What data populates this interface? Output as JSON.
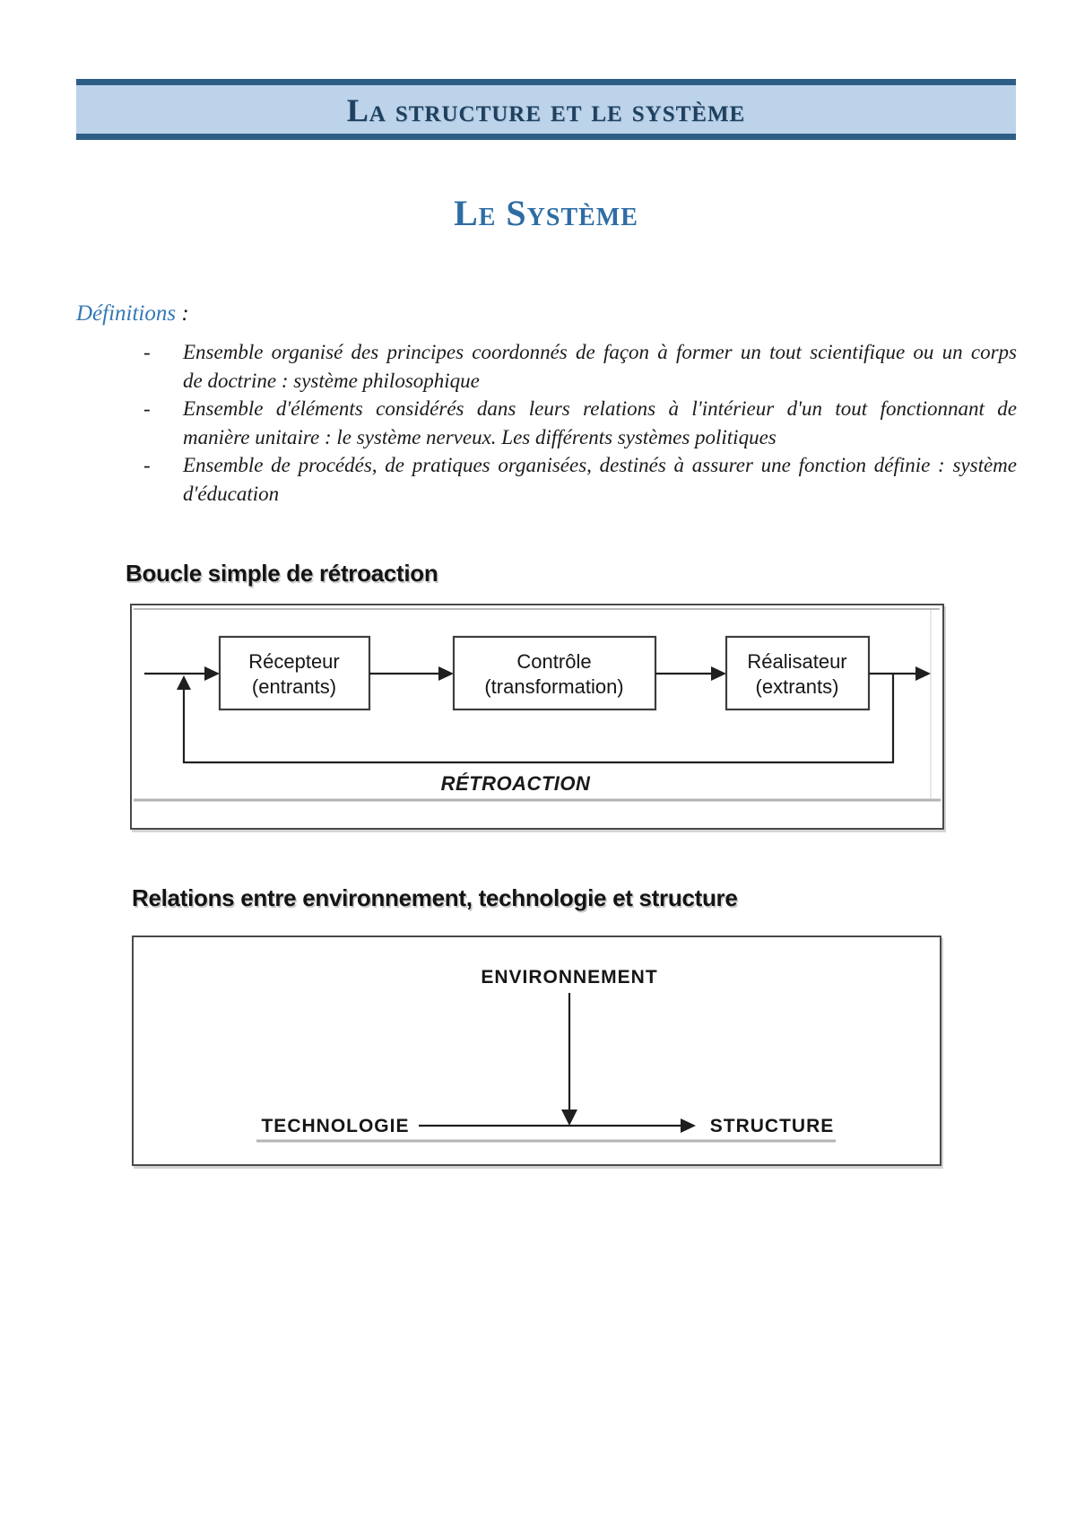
{
  "banner": {
    "title": "La structure et le système"
  },
  "subtitle": {
    "text": "Le Système"
  },
  "definitions": {
    "label": "Définitions",
    "colon": " :",
    "bullet": "-",
    "items": [
      {
        "lines": [
          "Ensemble organisé des principes coordonnés de façon à former un tout scientifique ou un corps",
          "de doctrine : système philosophique"
        ]
      },
      {
        "lines": [
          "Ensemble d'éléments considérés dans leurs relations à l'intérieur d'un tout fonctionnant de",
          "manière unitaire : le système nerveux. Les différents systèmes politiques"
        ]
      },
      {
        "lines": [
          "Ensemble de procédés, de pratiques organisées, destinés à assurer une fonction définie : système",
          "d'éducation"
        ]
      }
    ]
  },
  "diagram1": {
    "heading": "Boucle simple de rétroaction",
    "boxes": [
      {
        "title": "Récepteur",
        "subtitle": "(entrants)"
      },
      {
        "title": "Contrôle",
        "subtitle": "(transformation)"
      },
      {
        "title": "Réalisateur",
        "subtitle": "(extrants)"
      }
    ],
    "feedback_label": "RÉTROACTION"
  },
  "diagram2": {
    "heading": "Relations entre environnement, technologie et structure",
    "nodes": {
      "top": "ENVIRONNEMENT",
      "left": "TECHNOLOGIE",
      "right": "STRUCTURE"
    }
  },
  "colors": {
    "banner_bar": "#2e5e86",
    "banner_fill": "#bdd3ea",
    "banner_text": "#1e415f",
    "subtitle_blue": "#2e6da4",
    "definitions_blue": "#3478b6",
    "body_text": "#1b1b1b",
    "diagram_line": "#1f1f1f",
    "shadow_gray": "#b3b3b3"
  }
}
